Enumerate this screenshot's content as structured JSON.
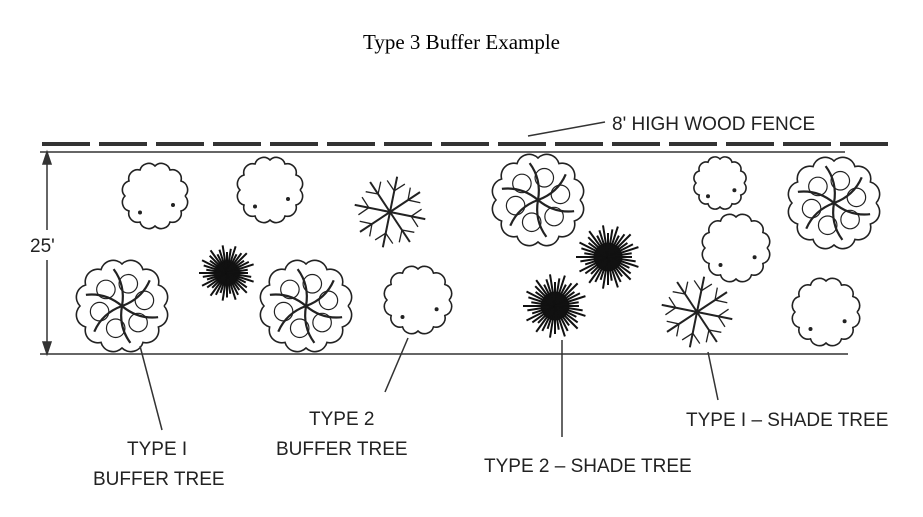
{
  "title": "Type 3 Buffer Example",
  "fence_label": "8' HIGH WOOD FENCE",
  "dimension_label": "25'",
  "labels": {
    "type1_buffer": [
      "TYPE I",
      "BUFFER TREE"
    ],
    "type2_buffer": [
      "TYPE 2",
      "BUFFER TREE"
    ],
    "type2_shade": "TYPE 2 – SHADE TREE",
    "type1_shade": "TYPE I – SHADE TREE"
  }
}
